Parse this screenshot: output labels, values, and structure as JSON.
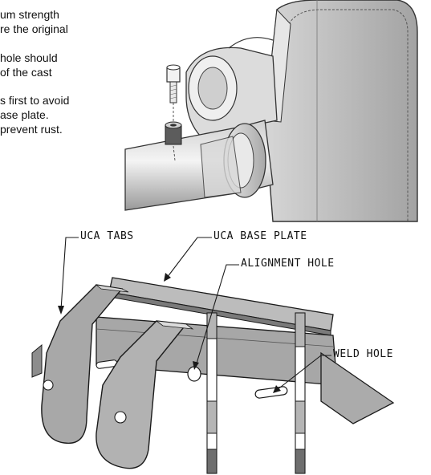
{
  "instructions": {
    "lines": [
      "um strength",
      "re the original",
      "hole should",
      "of the cast",
      "s first to avoid",
      "ase plate.",
      "prevent rust."
    ]
  },
  "callouts": {
    "uca_tabs": "UCA TABS",
    "uca_base_plate": "UCA BASE PLATE",
    "alignment_hole": "ALIGNMENT HOLE",
    "weld_hole": "WELD HOLE"
  },
  "colors": {
    "part_fill": "#a9a9a9",
    "part_face": "#bdbdbd",
    "part_dark": "#6f6f6f",
    "line": "#1a1a1a"
  }
}
